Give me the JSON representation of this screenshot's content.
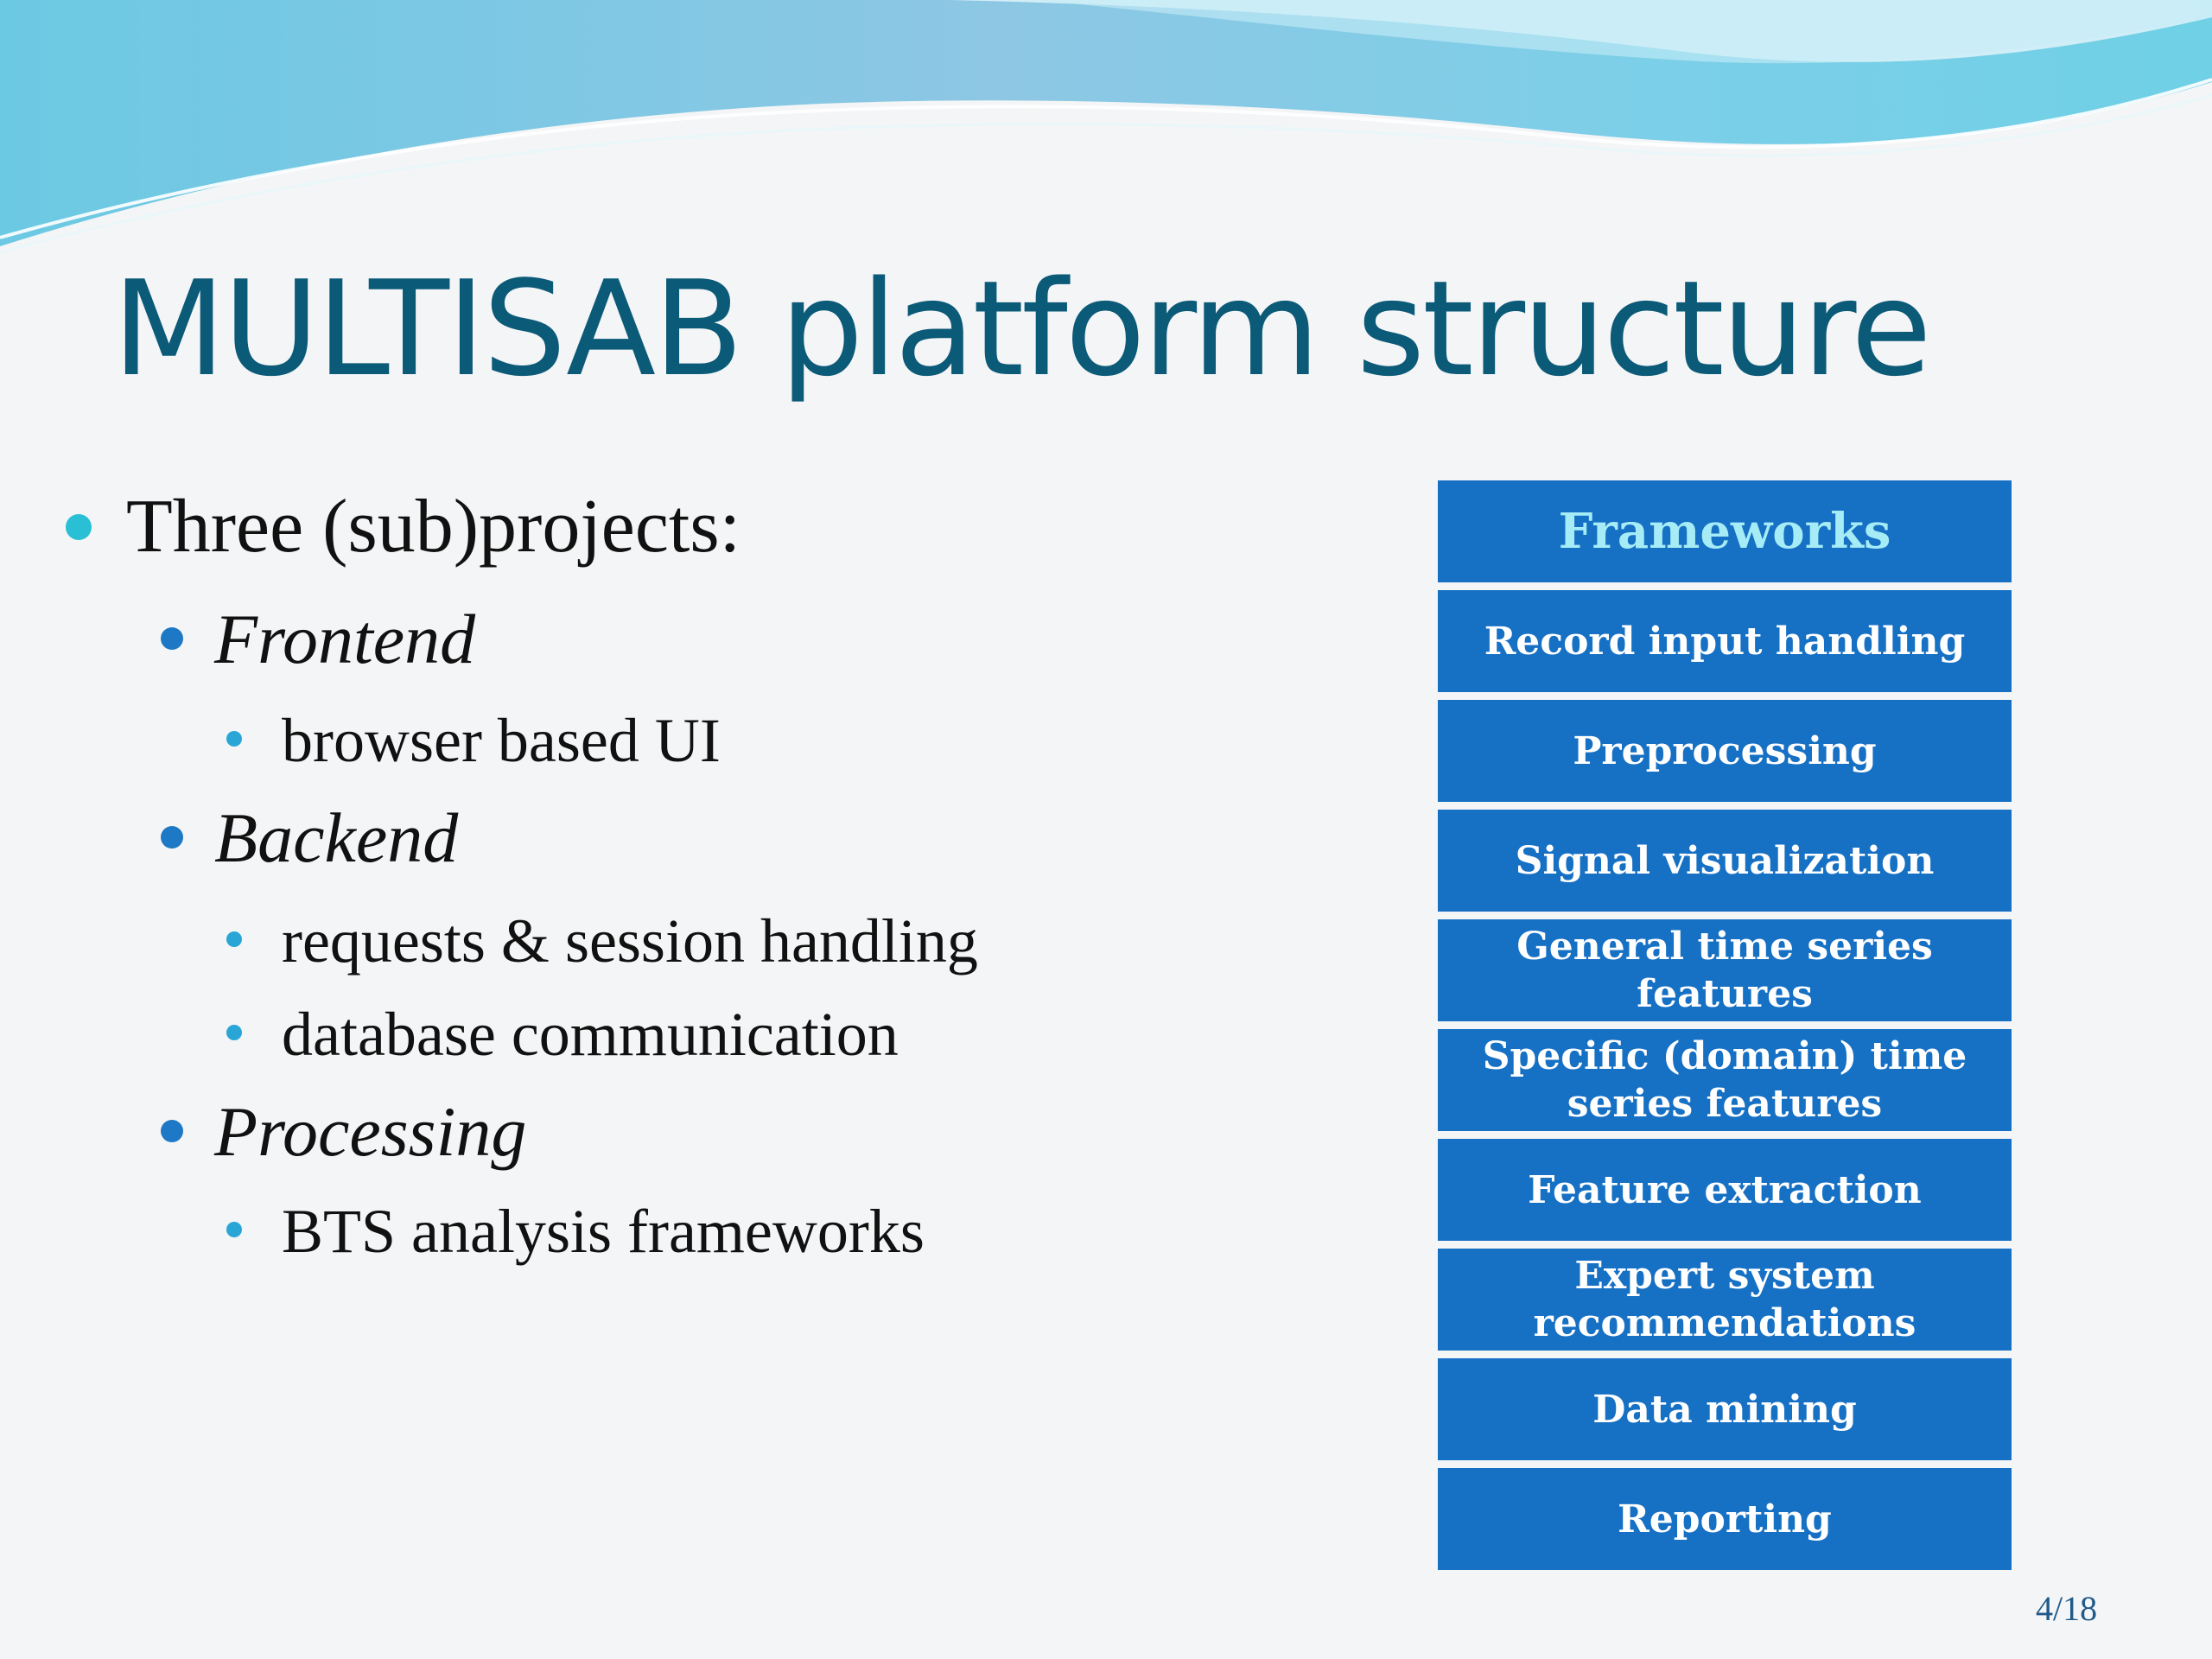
{
  "slide": {
    "title": "MULTISAB platform structure",
    "page_number": "4/18"
  },
  "bullets": {
    "main": "Three (sub)projects:",
    "frontend": {
      "label": "Frontend",
      "items": [
        "browser based UI"
      ]
    },
    "backend": {
      "label": "Backend",
      "items": [
        "requests & session handling",
        "database communication"
      ]
    },
    "processing": {
      "label": "Processing",
      "items": [
        "BTS analysis frameworks"
      ]
    }
  },
  "frameworks": {
    "header": "Frameworks",
    "boxes": [
      "Record input handling",
      "Preprocessing",
      "Signal visualization",
      "General time series features",
      "Specific (domain) time series features",
      "Feature extraction",
      "Expert system recommendations",
      "Data mining",
      "Reporting"
    ]
  },
  "colors": {
    "title": "#0b5a78",
    "box_fill": "#1670c4",
    "box_header_text": "#a6ecf6",
    "box_text": "#ffffff",
    "bullet_level1": "#29c0d6",
    "bullet_level2": "#1d79c5",
    "bullet_level3": "#29a6d6"
  }
}
